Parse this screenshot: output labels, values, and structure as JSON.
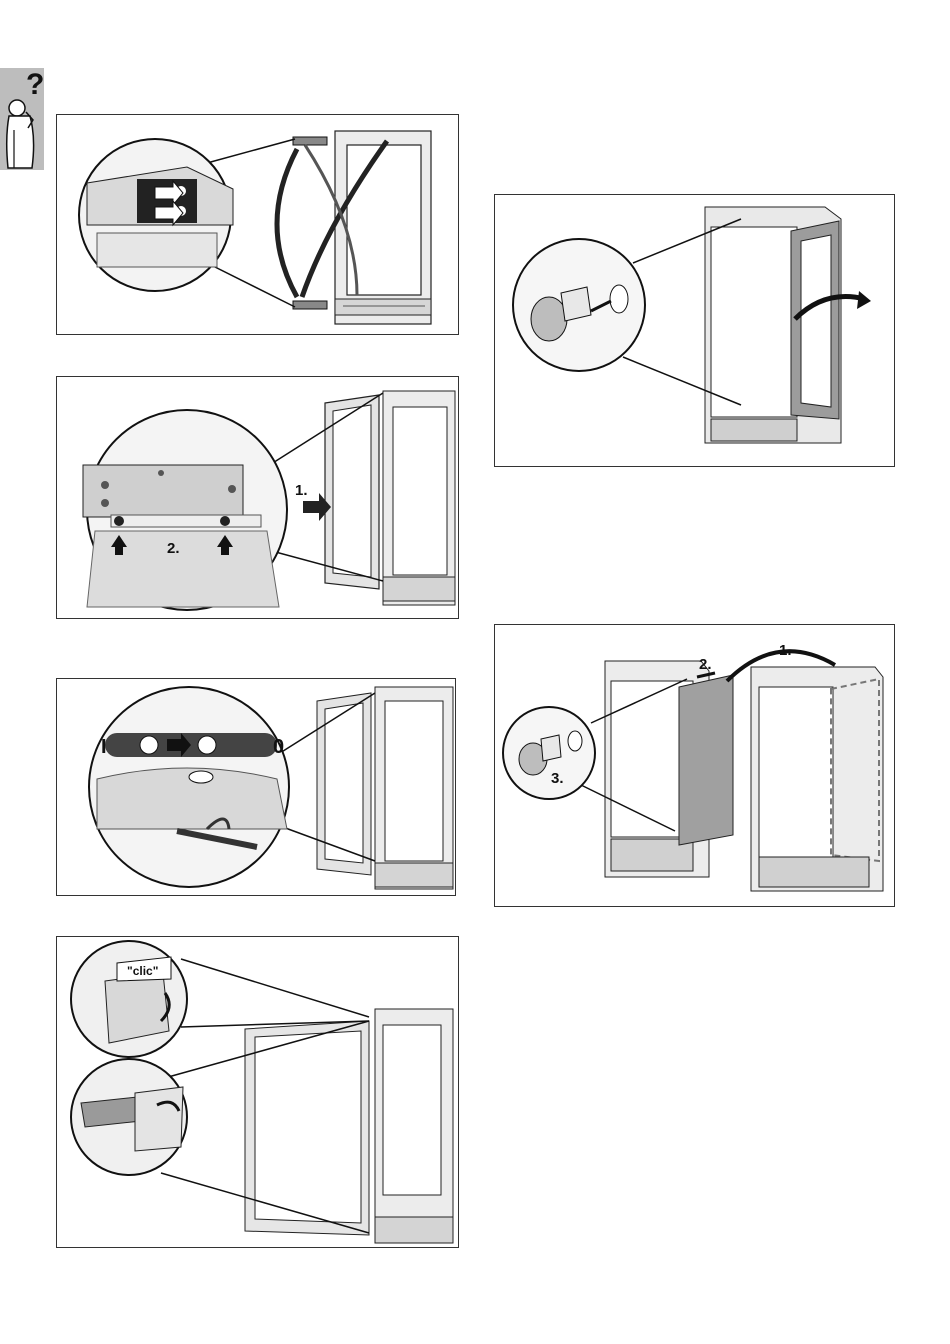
{
  "help_tab": {
    "icon": "question-person-icon",
    "symbol": "?",
    "color": "#bdbdbd"
  },
  "figures": {
    "fig1": {
      "icon": "hinge-removal-illustration"
    },
    "fig2": {
      "icon": "door-mount-illustration",
      "step1": "1.",
      "step2": "2."
    },
    "fig3": {
      "icon": "hinge-adjust-illustration",
      "left_mark": "I",
      "right_mark": "0"
    },
    "fig4": {
      "icon": "cover-clip-illustration",
      "clic": "\"clic\""
    },
    "fig5": {
      "icon": "door-swing-illustration"
    },
    "fig6": {
      "icon": "door-transfer-illustration",
      "step1": "1.",
      "step2": "2.",
      "step3": "3."
    }
  }
}
